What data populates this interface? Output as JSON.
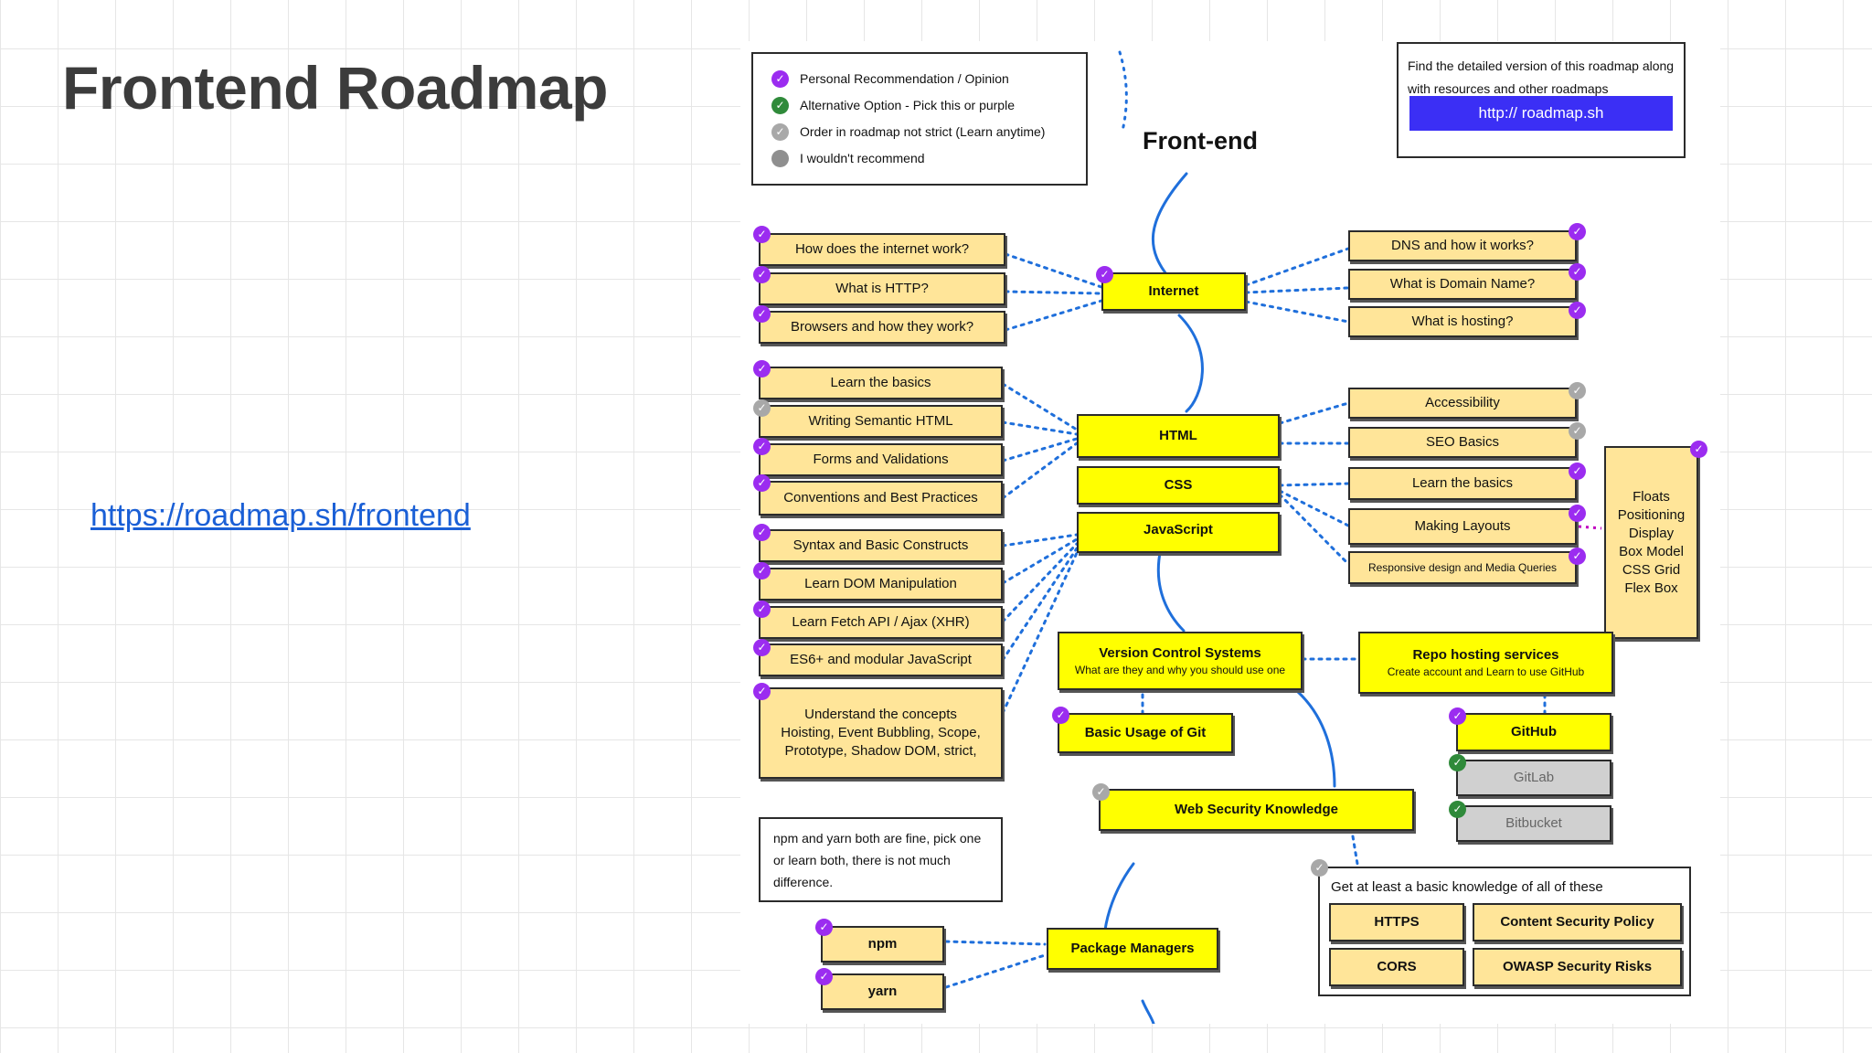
{
  "slide": {
    "title": "Frontend Roadmap",
    "link": "https://roadmap.sh/frontend"
  },
  "colors": {
    "core": "#ffff00",
    "subtopic": "#ffe599",
    "recommended": "#9b2cf0",
    "alternative": "#2f8a3a",
    "connector": "#1f6fdb",
    "button": "#3b2ff5"
  },
  "legend": [
    {
      "icon": "purple-check-icon",
      "label": "Personal Recommendation / Opinion"
    },
    {
      "icon": "green-check-icon",
      "label": "Alternative Option - Pick this or purple"
    },
    {
      "icon": "gray-check-icon",
      "label": "Order in roadmap not strict (Learn anytime)"
    },
    {
      "icon": "gray-dot-icon",
      "label": "I wouldn't recommend"
    }
  ],
  "heading": "Front-end",
  "info": {
    "text": "Find the detailed version of this roadmap along with resources and other roadmaps",
    "button": "http:// roadmap.sh"
  },
  "core": {
    "internet": "Internet",
    "html": "HTML",
    "css": "CSS",
    "javascript": "JavaScript",
    "vcs_title": "Version Control Systems",
    "vcs_sub": "What are they and why you should use one",
    "repo_title": "Repo hosting services",
    "repo_sub": "Create account and Learn to use GitHub",
    "git": "Basic Usage of Git",
    "github": "GitHub",
    "security": "Web Security Knowledge",
    "package_managers": "Package Managers"
  },
  "internet_left": [
    "How does the internet work?",
    "What is HTTP?",
    "Browsers and how they work?"
  ],
  "internet_right": [
    "DNS and how it works?",
    "What is Domain Name?",
    "What is hosting?"
  ],
  "html_left": [
    "Learn the basics",
    "Writing Semantic HTML",
    "Forms and Validations",
    "Conventions and Best Practices"
  ],
  "css_right": [
    "Accessibility",
    "SEO Basics",
    "Learn the basics",
    "Making Layouts",
    "Responsive design and Media Queries"
  ],
  "css_layouts": [
    "Floats",
    "Positioning",
    "Display",
    "Box Model",
    "CSS Grid",
    "Flex Box"
  ],
  "js_left": [
    "Syntax and Basic Constructs",
    "Learn DOM Manipulation",
    "Learn Fetch API / Ajax (XHR)",
    "ES6+ and modular JavaScript"
  ],
  "js_concepts": [
    "Understand the concepts",
    "Hoisting, Event Bubbling, Scope,",
    "Prototype, Shadow DOM, strict,"
  ],
  "repo_alternatives": [
    "GitLab",
    "Bitbucket"
  ],
  "security_caption": "Get at least a basic knowledge of all of these",
  "security_topics": [
    "HTTPS",
    "Content Security Policy",
    "CORS",
    "OWASP Security Risks"
  ],
  "npm_note": "npm and yarn both are fine, pick one or learn both, there is not much difference.",
  "package_managers_list": [
    "npm",
    "yarn"
  ]
}
